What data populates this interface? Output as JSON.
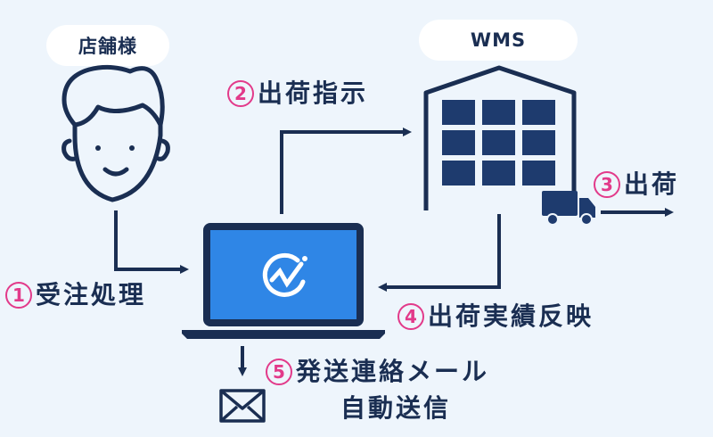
{
  "nodes": {
    "store": "店舗様",
    "wms": "WMS"
  },
  "steps": [
    {
      "num": "1",
      "label": "受注処理"
    },
    {
      "num": "2",
      "label": "出荷指示"
    },
    {
      "num": "3",
      "label": "出荷"
    },
    {
      "num": "4",
      "label": "出荷実績反映"
    },
    {
      "num": "5",
      "label": "発送連絡メール",
      "label2": "自動送信"
    }
  ],
  "icons": [
    "person-icon",
    "warehouse-icon",
    "truck-icon",
    "laptop-icon",
    "logo-icon",
    "mail-icon"
  ],
  "colors": {
    "background": "#eef5fc",
    "navy": "#1a2e52",
    "grid_navy": "#1e3b6e",
    "accent_pink": "#e23a8a",
    "screen_blue": "#2f86e6"
  }
}
